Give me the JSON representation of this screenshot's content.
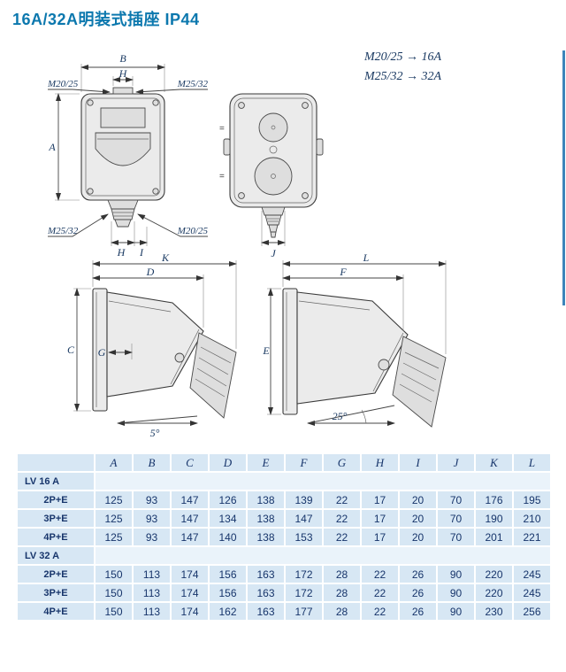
{
  "page": {
    "title": "16A/32A明装式插座  IP44"
  },
  "notes": {
    "line1": "M20/25 → 16A",
    "line2": "M25/32 → 32A"
  },
  "drawings": {
    "front": {
      "dim_b": "B",
      "dim_h_top": "H",
      "dim_a": "A",
      "dim_h_bottom": "H",
      "dim_i": "I",
      "label_top_left": "M20/25",
      "label_top_right": "M25/32",
      "label_bottom_left": "M25/32",
      "label_bottom_right": "M20/25"
    },
    "back": {
      "dim_j": "J",
      "marks": [
        "=",
        "="
      ]
    },
    "side_16a": {
      "dim_k": "K",
      "dim_d": "D",
      "dim_c": "C",
      "dim_g": "G",
      "angle": "5°"
    },
    "side_32a": {
      "dim_l": "L",
      "dim_f": "F",
      "dim_e": "E",
      "angle": "25°"
    }
  },
  "table": {
    "columns": [
      "",
      "A",
      "B",
      "C",
      "D",
      "E",
      "F",
      "G",
      "H",
      "I",
      "J",
      "K",
      "L"
    ],
    "sections": [
      {
        "title": "LV 16 A",
        "rows": [
          {
            "label": "2P+E",
            "values": [
              125,
              93,
              147,
              126,
              138,
              139,
              22,
              17,
              20,
              70,
              176,
              195
            ]
          },
          {
            "label": "3P+E",
            "values": [
              125,
              93,
              147,
              134,
              138,
              147,
              22,
              17,
              20,
              70,
              190,
              210
            ]
          },
          {
            "label": "4P+E",
            "values": [
              125,
              93,
              147,
              140,
              138,
              153,
              22,
              17,
              20,
              70,
              201,
              221
            ]
          }
        ]
      },
      {
        "title": "LV 32 A",
        "rows": [
          {
            "label": "2P+E",
            "values": [
              150,
              113,
              174,
              156,
              163,
              172,
              28,
              22,
              26,
              90,
              220,
              245
            ]
          },
          {
            "label": "3P+E",
            "values": [
              150,
              113,
              174,
              156,
              163,
              172,
              28,
              22,
              26,
              90,
              220,
              245
            ]
          },
          {
            "label": "4P+E",
            "values": [
              150,
              113,
              174,
              162,
              163,
              177,
              28,
              22,
              26,
              90,
              230,
              256
            ]
          }
        ]
      }
    ]
  }
}
